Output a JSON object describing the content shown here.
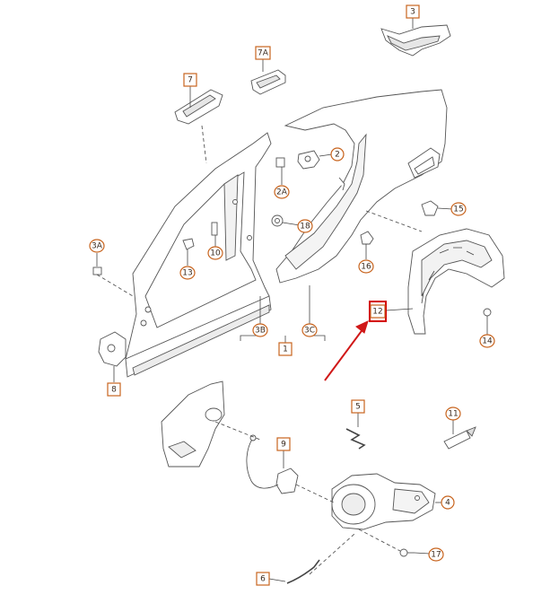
{
  "callouts": [
    {
      "id": "c-3",
      "label": "3",
      "shape": "box"
    },
    {
      "id": "c-7a",
      "label": "7A",
      "shape": "box"
    },
    {
      "id": "c-7",
      "label": "7",
      "shape": "box"
    },
    {
      "id": "c-2",
      "label": "2",
      "shape": "circle"
    },
    {
      "id": "c-2a",
      "label": "2A",
      "shape": "circle"
    },
    {
      "id": "c-18",
      "label": "18",
      "shape": "circle"
    },
    {
      "id": "c-15",
      "label": "15",
      "shape": "circle"
    },
    {
      "id": "c-10",
      "label": "10",
      "shape": "circle"
    },
    {
      "id": "c-3a",
      "label": "3A",
      "shape": "circle"
    },
    {
      "id": "c-13",
      "label": "13",
      "shape": "circle"
    },
    {
      "id": "c-16",
      "label": "16",
      "shape": "circle"
    },
    {
      "id": "c-12",
      "label": "12",
      "shape": "box"
    },
    {
      "id": "c-14",
      "label": "14",
      "shape": "circle"
    },
    {
      "id": "c-3b",
      "label": "3B",
      "shape": "circle"
    },
    {
      "id": "c-3c",
      "label": "3C",
      "shape": "circle"
    },
    {
      "id": "c-1",
      "label": "1",
      "shape": "box"
    },
    {
      "id": "c-8",
      "label": "8",
      "shape": "box"
    },
    {
      "id": "c-5",
      "label": "5",
      "shape": "box"
    },
    {
      "id": "c-11",
      "label": "11",
      "shape": "circle"
    },
    {
      "id": "c-9",
      "label": "9",
      "shape": "box"
    },
    {
      "id": "c-4",
      "label": "4",
      "shape": "circle"
    },
    {
      "id": "c-17",
      "label": "17",
      "shape": "circle"
    },
    {
      "id": "c-6",
      "label": "6",
      "shape": "box"
    }
  ],
  "colors": {
    "callout_stroke": "#c8641e",
    "highlight": "#d40000",
    "pointer": "#d01818",
    "line": "#555555"
  },
  "highlighted_part": "12"
}
